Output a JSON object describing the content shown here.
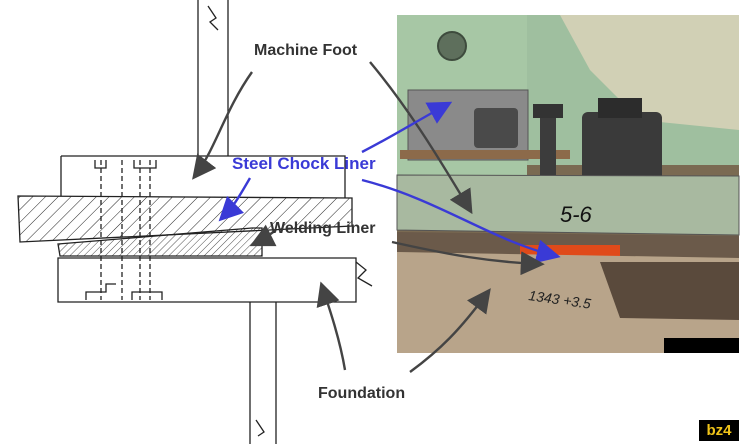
{
  "labels": {
    "machine_foot": "Machine Foot",
    "steel_chock_liner": "Steel Chock Liner",
    "welding_liner": "Welding Liner",
    "foundation": "Foundation"
  },
  "photo_marks": {
    "mark_a": "5-6",
    "mark_b": "1343 +3.5"
  },
  "badge": "bz4",
  "colors": {
    "callout_dark": "#444444",
    "callout_blue": "#3a3ad6",
    "badge_text": "#f0c419",
    "photo_green": "#9fbf9f"
  }
}
